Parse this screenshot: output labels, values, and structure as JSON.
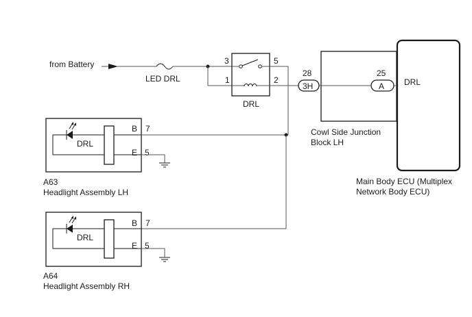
{
  "battery": {
    "label": "from Battery"
  },
  "fuse": {
    "label": "LED DRL"
  },
  "relay": {
    "label": "DRL",
    "pins": {
      "p3": "3",
      "p5": "5",
      "p1": "1",
      "p2": "2"
    }
  },
  "junction_block": {
    "title_line1": "Cowl Side Junction",
    "title_line2": "Block LH",
    "pin": "28",
    "connector": "3H"
  },
  "ecu": {
    "pin": "25",
    "connector": "A",
    "terminal": "DRL",
    "name_line1": "Main Body ECU (Multiplex",
    "name_line2": "Network Body ECU)"
  },
  "headlight_lh": {
    "code": "A63",
    "name": "Headlight Assembly LH",
    "led_label": "DRL",
    "terminal_b": "B",
    "pin_b": "7",
    "terminal_e": "E",
    "pin_e": "5"
  },
  "headlight_rh": {
    "code": "A64",
    "name": "Headlight Assembly RH",
    "led_label": "DRL",
    "terminal_b": "B",
    "pin_b": "7",
    "terminal_e": "E",
    "pin_e": "5"
  }
}
